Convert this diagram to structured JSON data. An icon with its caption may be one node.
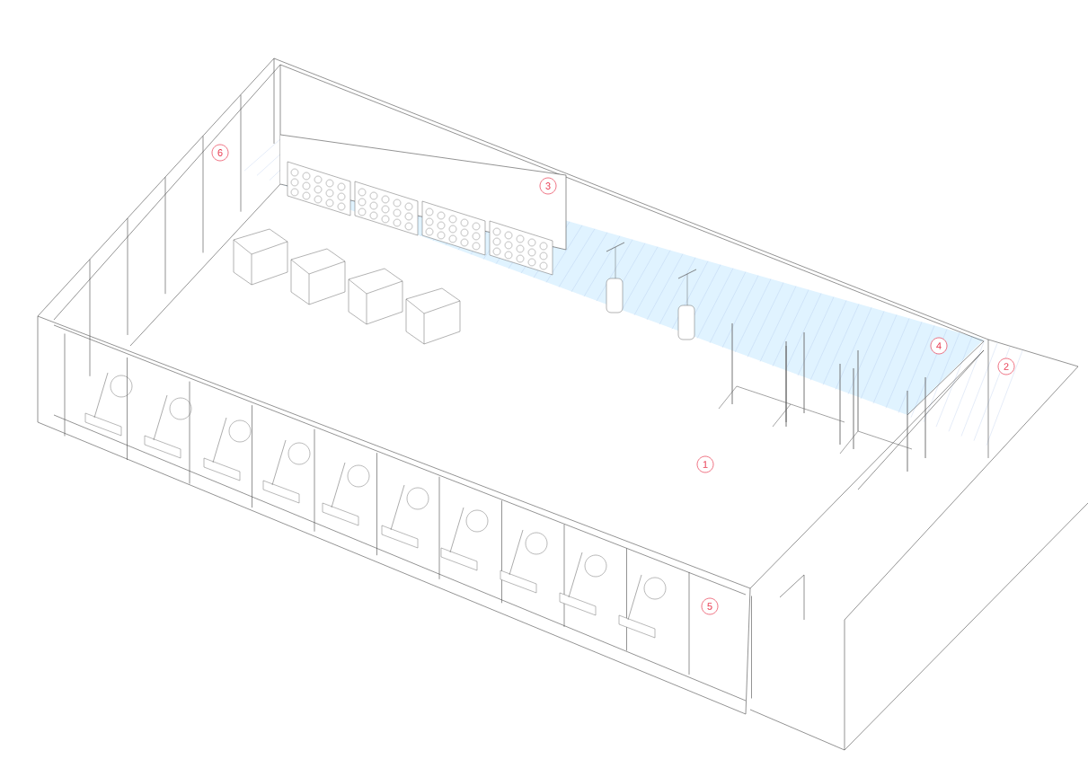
{
  "diagram": {
    "labels": [
      "6",
      "3",
      "4",
      "2",
      "1",
      "5"
    ]
  }
}
